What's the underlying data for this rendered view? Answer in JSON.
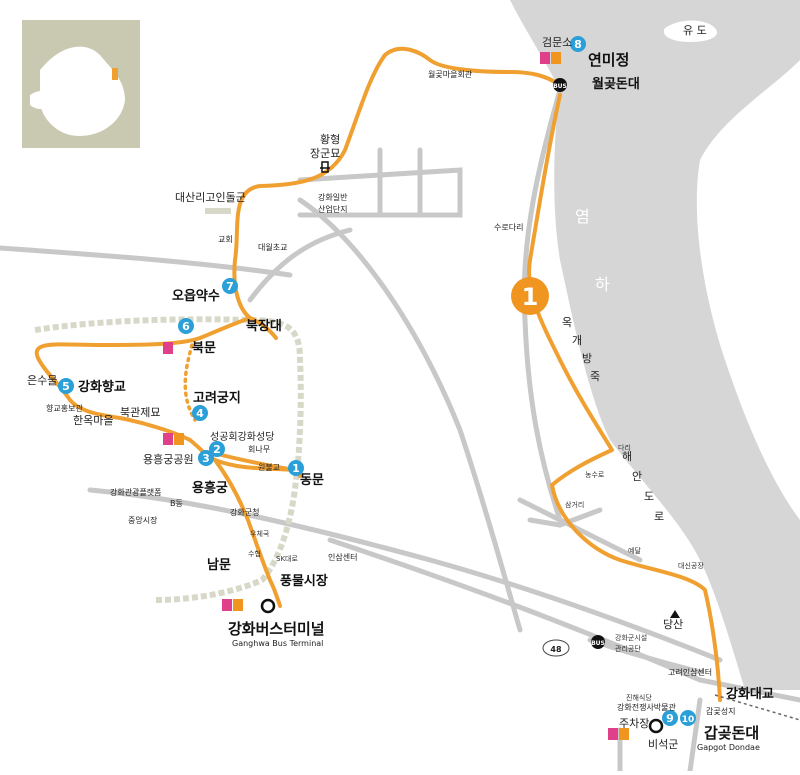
{
  "colors": {
    "route": "#f0a030",
    "sea": "#d6d6d6",
    "road": "#c8c8c8",
    "badge": "#2a9fd8",
    "big_badge": "#f09620",
    "fortress": "#d8d8c8",
    "inset_bg": "#c9c8b0",
    "toilet": "#e0408a"
  },
  "sea_labels": {
    "yeom": "염",
    "ha": "하"
  },
  "island_label": "유 도",
  "coastal_road": [
    "옥",
    "개",
    "방",
    "죽",
    "해",
    "안",
    "도",
    "로"
  ],
  "route_badge_big": "1",
  "stops": [
    {
      "num": "1",
      "name": "동문"
    },
    {
      "num": "2",
      "name": "성공회강화성당"
    },
    {
      "num": "3",
      "name": "용흥궁"
    },
    {
      "num": "4",
      "name": "고려궁지"
    },
    {
      "num": "5",
      "name": "강화향교"
    },
    {
      "num": "6",
      "name": "북문"
    },
    {
      "num": "7",
      "name": "오읍약수"
    },
    {
      "num": "8",
      "name": "연미정"
    },
    {
      "num": "9",
      "name": "9"
    },
    {
      "num": "10",
      "name": "10"
    }
  ],
  "places": {
    "geommunso": "검문소",
    "wolgotdondae": "월곶돈대",
    "wolgot_hall": "월곶마을회관",
    "hwanghyeong1": "황형",
    "hwanghyeong2": "장군묘",
    "industrial1": "강화일반",
    "industrial2": "산업단지",
    "dolmen": "대산리고인돌군",
    "church": "교회",
    "daewol": "대월초교",
    "sudari": "수로다리",
    "bukjangdae": "북장대",
    "eunsumul": "은수물",
    "hyanggyo_hall": "향교홍보관",
    "hanok": "한옥마을",
    "bukgwanjeyo": "북관제묘",
    "yongheung_park": "용흥궁공원",
    "hoenamu": "회나무",
    "wonbulgyo": "원불교",
    "platform1": "강화관광플랫폼",
    "platform2": "B동",
    "jungang_market": "중앙시장",
    "county_office": "강화군청",
    "post": "우체국",
    "namun": "남문",
    "suhyeop": "수협",
    "sk": "SK대로",
    "insam": "인삼센터",
    "pungmul": "풍물시장",
    "terminal": "강화버스터미널",
    "terminal_en": "Ganghwa Bus Terminal",
    "dari": "다리",
    "susuro": "농수로",
    "samgeori": "삼거리",
    "yedal": "예달",
    "daesin": "대신공장",
    "dangsan": "당산",
    "facility1": "강화군시설",
    "facility2": "관리공단",
    "route48": "48",
    "goryeo_insam": "고려인삼센터",
    "ganghwa_bridge": "강화대교",
    "jinhae": "진해식당",
    "museum": "강화전쟁사박물관",
    "parking": "주차장",
    "gapgot_seongji": "갑곶성지",
    "biseokgun": "비석군",
    "gapgot": "갑곶돈대",
    "gapgot_en": "Gapgot Dondae",
    "bus": "BUS"
  }
}
